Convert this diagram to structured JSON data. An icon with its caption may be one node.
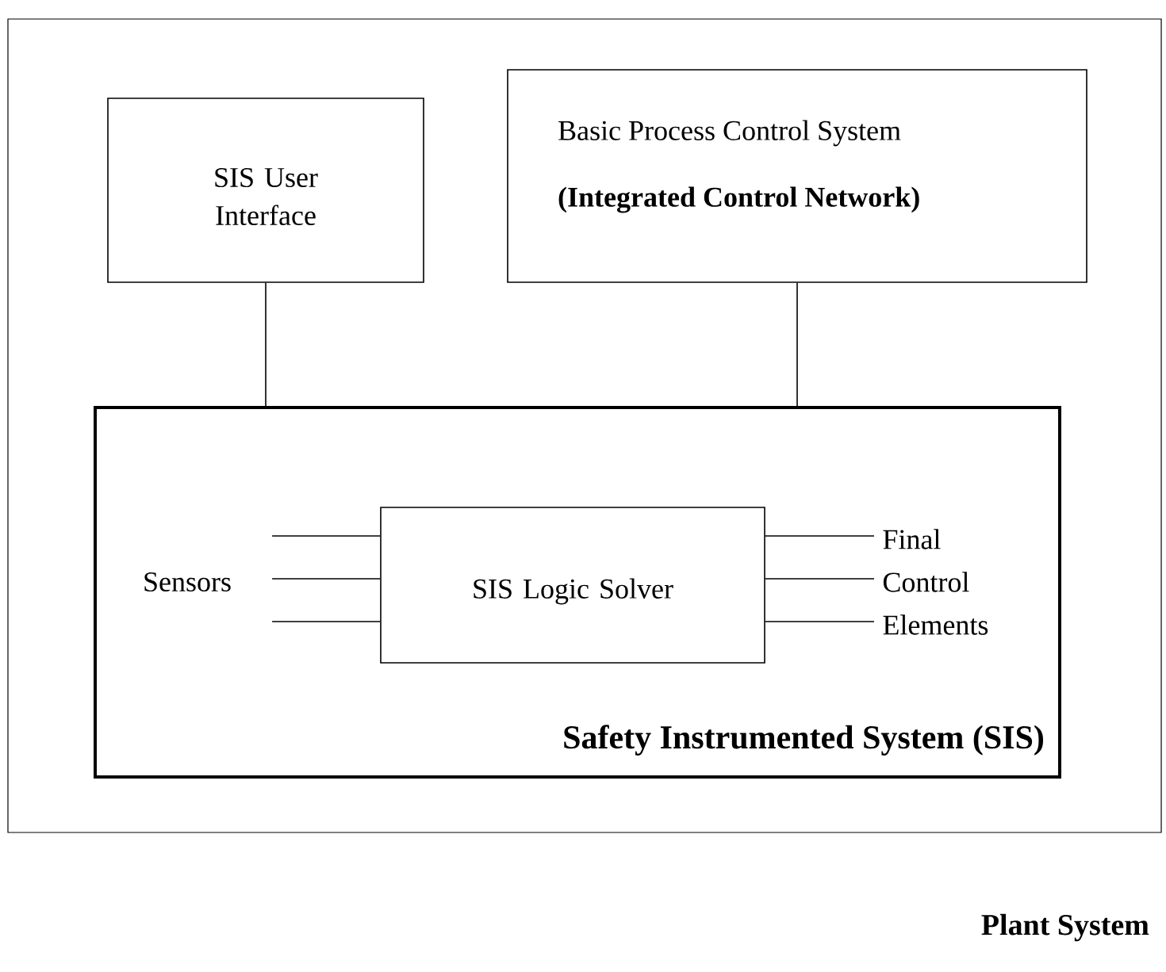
{
  "diagram": {
    "nodes": [
      {
        "text": [
          "Plant System"
        ]
      },
      {
        "text": [
          "SIS User Interface"
        ],
        "in": 0
      },
      {
        "text": [
          "Basic Process Control System",
          "(Integrated Control Network)"
        ],
        "in": 0
      },
      {
        "text": [
          "Safety Instrumented System (SIS)"
        ],
        "in": 0
      },
      {
        "text": [
          "Sensors"
        ],
        "in": 3
      },
      {
        "text": [
          "SIS Logic Solver"
        ],
        "in": 3
      },
      {
        "text": [
          "Final Control Elements"
        ],
        "in": 3
      }
    ],
    "edges": [
      {
        "from": 1,
        "to": 3,
        "arrow": "none"
      },
      {
        "from": 2,
        "to": 3,
        "arrow": "none"
      },
      {
        "from": 4,
        "to": 5,
        "arrow": "none"
      },
      {
        "from": 4,
        "to": 5,
        "arrow": "none"
      },
      {
        "from": 4,
        "to": 5,
        "arrow": "none"
      },
      {
        "from": 5,
        "to": 6,
        "arrow": "none"
      },
      {
        "from": 5,
        "to": 6,
        "arrow": "none"
      },
      {
        "from": 5,
        "to": 6,
        "arrow": "none"
      }
    ]
  }
}
